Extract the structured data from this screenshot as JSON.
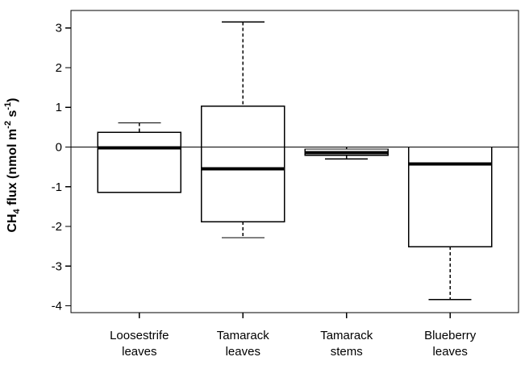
{
  "figure": {
    "background": "#ffffff",
    "line_color": "#000000"
  },
  "chart_data": {
    "type": "boxplot",
    "title": "",
    "xlabel": "",
    "ylabel_plain": "CH4 flux (nmol m-2 s-1)",
    "ylabel_parts": [
      {
        "text": "CH",
        "style": "normal"
      },
      {
        "text": "4",
        "style": "sub"
      },
      {
        "text": " flux (nmol m",
        "style": "normal"
      },
      {
        "text": "-2",
        "style": "sup"
      },
      {
        "text": " s",
        "style": "normal"
      },
      {
        "text": "-1",
        "style": "sup"
      },
      {
        "text": ")",
        "style": "normal"
      }
    ],
    "axis": {
      "ymin": -4.17,
      "ymax": 3.44,
      "xmin": 0.34,
      "xmax": 4.66,
      "grid": false,
      "frame": true
    },
    "yticks": [
      3,
      2,
      1,
      0,
      -1,
      -2,
      -3,
      -4
    ],
    "reference_line_y": 0,
    "categories": [
      [
        "Loosestrife",
        "leaves"
      ],
      [
        "Tamarack",
        "leaves"
      ],
      [
        "Tamarack",
        "stems"
      ],
      [
        "Blueberry",
        "leaves"
      ]
    ],
    "groups": [
      {
        "name": "Loosestrife leaves",
        "whisker_low": -1.14,
        "q1": -1.14,
        "median": -0.02,
        "q3": 0.37,
        "whisker_high": 0.61
      },
      {
        "name": "Tamarack leaves",
        "whisker_low": -2.28,
        "q1": -1.88,
        "median": -0.55,
        "q3": 1.03,
        "whisker_high": 3.15
      },
      {
        "name": "Tamarack stems",
        "whisker_low": -0.3,
        "q1": -0.21,
        "median": -0.14,
        "q3": -0.05,
        "whisker_high": 0.0
      },
      {
        "name": "Blueberry leaves",
        "whisker_low": -3.84,
        "q1": -2.51,
        "median": -0.43,
        "q3": 0.0,
        "whisker_high": 0.0
      }
    ],
    "legend": null
  }
}
